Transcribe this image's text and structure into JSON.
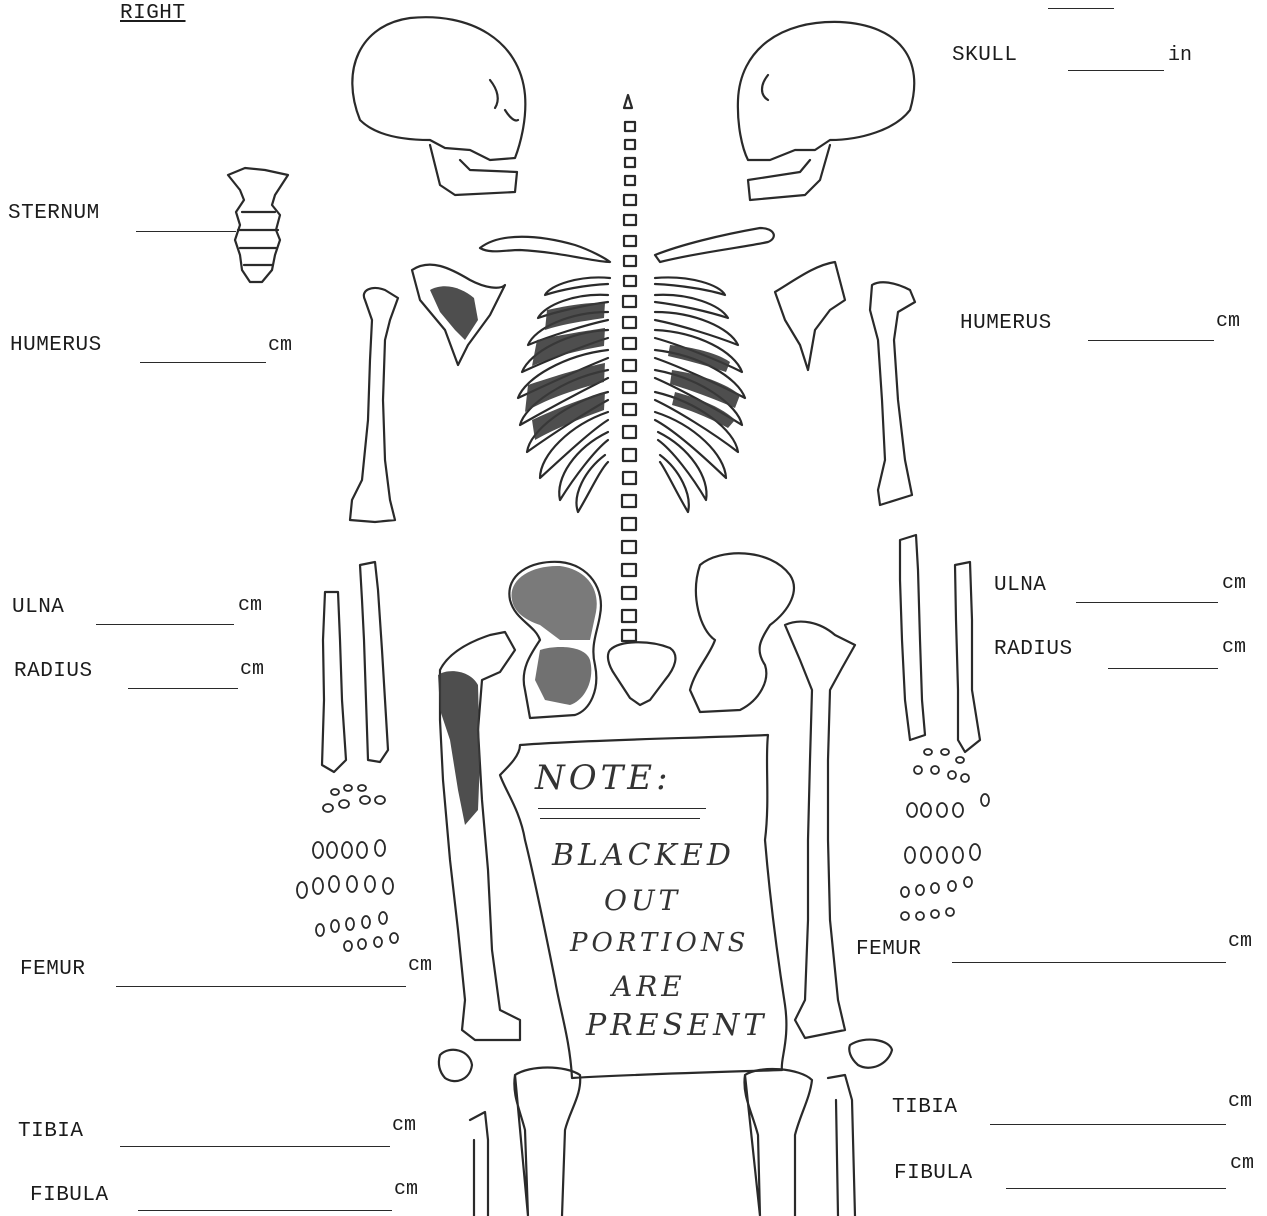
{
  "header": {
    "side_right": "RIGHT"
  },
  "labels": {
    "skull": "SKULL",
    "sternum": "STERNUM",
    "humerus_right": "HUMERUS",
    "humerus_left": "HUMERUS",
    "ulna_right": "ULNA",
    "radius_right": "RADIUS",
    "ulna_left": "ULNA",
    "radius_left": "RADIUS",
    "femur_right": "FEMUR",
    "femur_left": "FEMUR",
    "tibia_right": "TIBIA",
    "fibula_right": "FIBULA",
    "tibia_left": "TIBIA",
    "fibula_left": "FIBULA"
  },
  "units": {
    "in": "in",
    "cm": "cm"
  },
  "note": {
    "title": "NOTE:",
    "line1": "BLACKED",
    "line2": "OUT",
    "line3": "PORTIONS",
    "line4": "ARE",
    "line5": "PRESENT"
  },
  "colors": {
    "ink": "#1c1c1c",
    "shade": "#3a3a3a",
    "paper": "#ffffff"
  }
}
